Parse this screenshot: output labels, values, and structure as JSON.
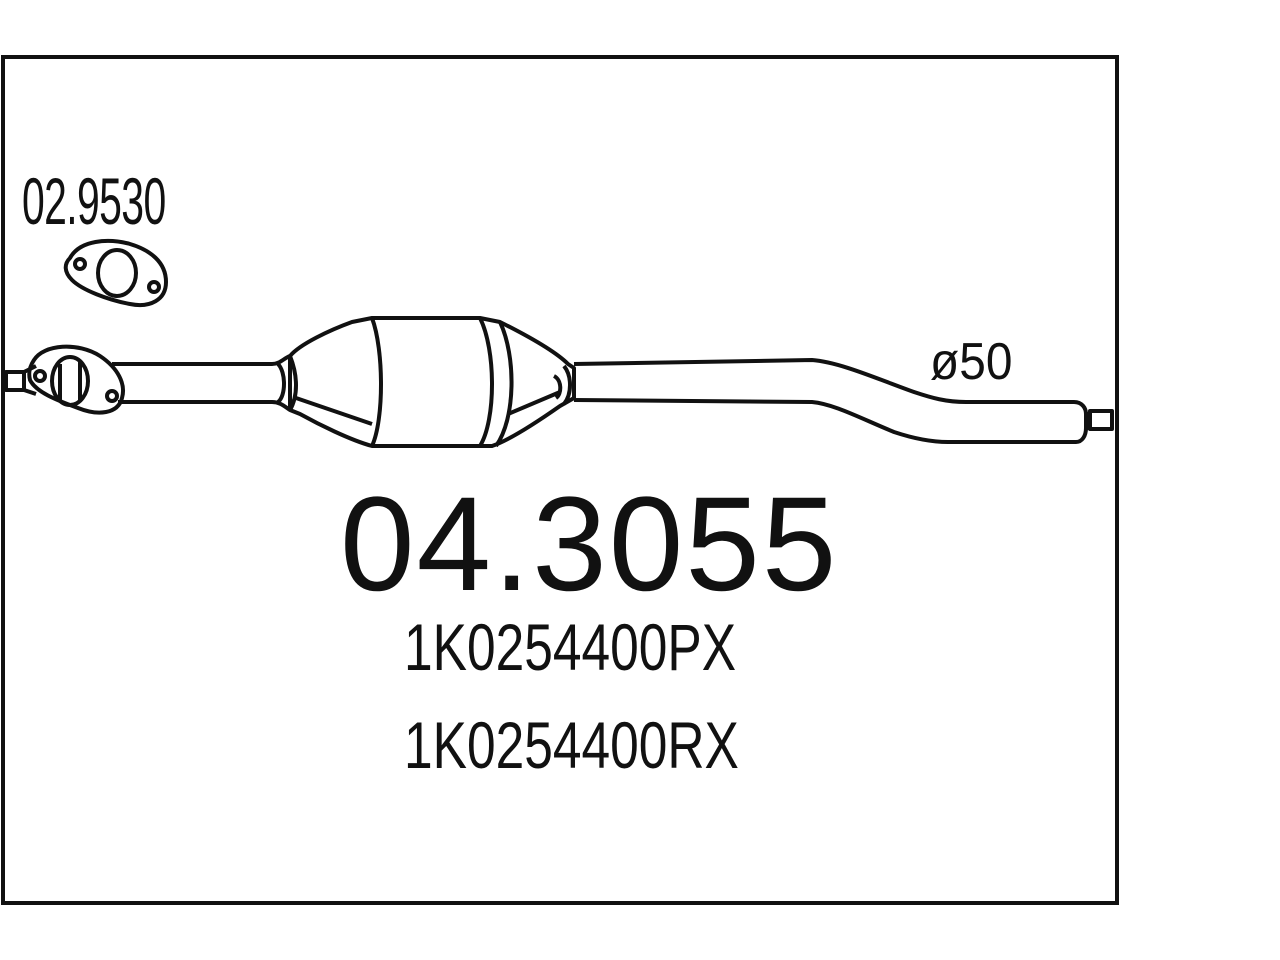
{
  "gasket": {
    "code": "02.9530"
  },
  "pipe": {
    "diameter_label": "ø50"
  },
  "product": {
    "part_number": "04.3055",
    "oe_references": [
      "1K0254400PX",
      "1K0254400RX"
    ]
  },
  "colors": {
    "line": "#111111",
    "background": "#ffffff"
  }
}
